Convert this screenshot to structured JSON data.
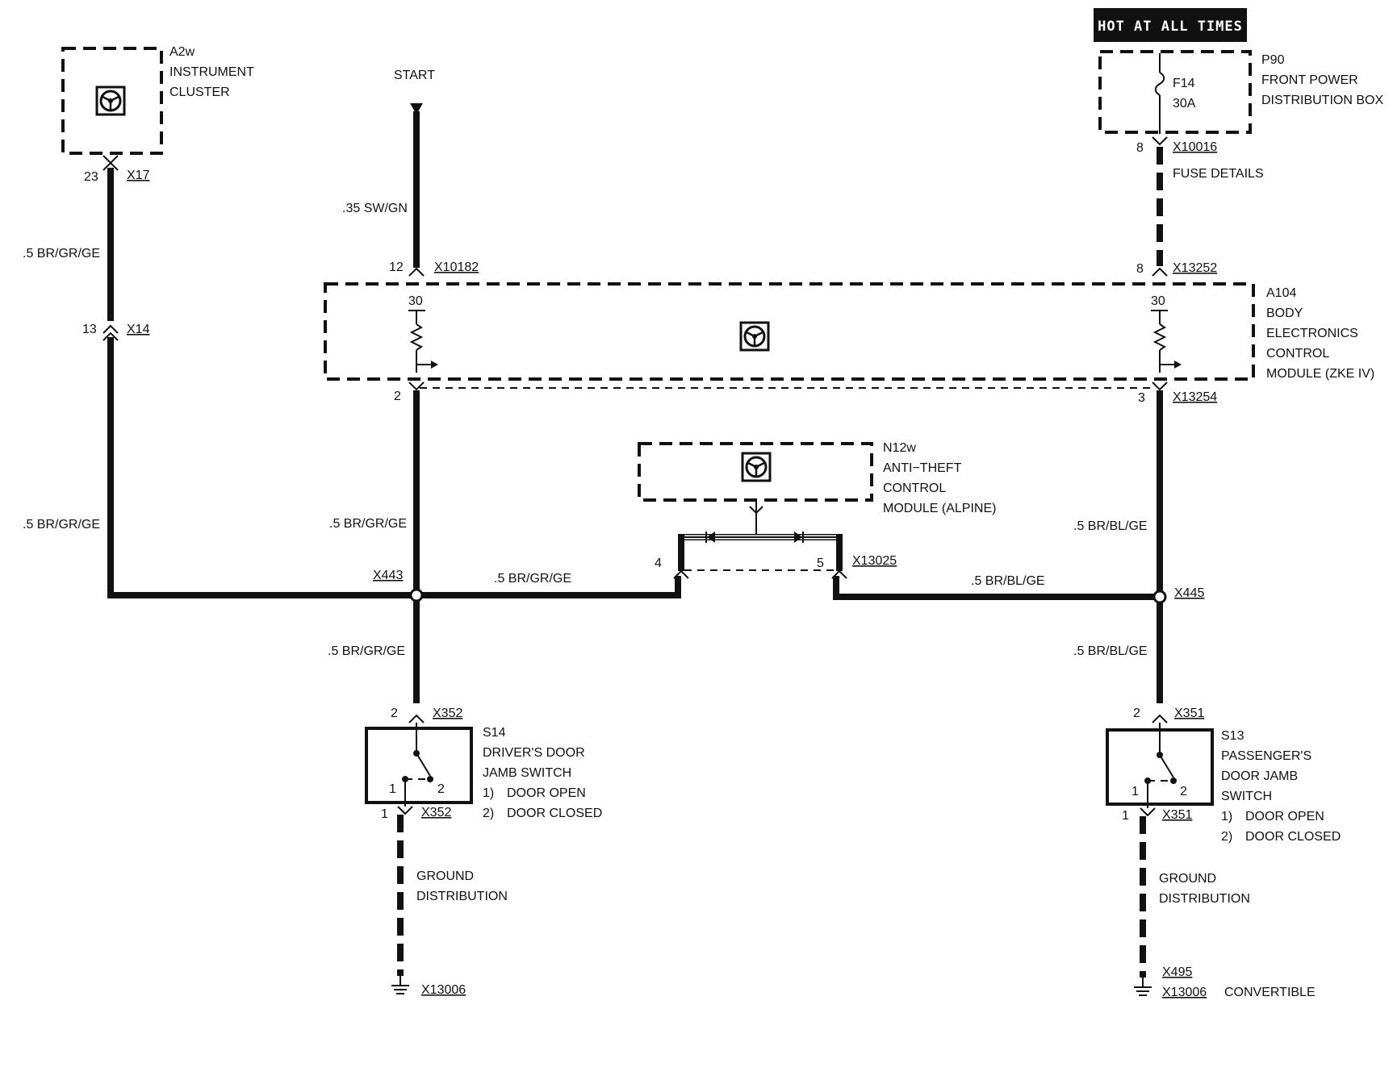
{
  "banner": "HOT AT ALL TIMES",
  "components": {
    "instrument_cluster": {
      "id": "A2w",
      "name": "INSTRUMENT",
      "name2": "CLUSTER"
    },
    "power_box": {
      "id": "P90",
      "name": "FRONT POWER",
      "name2": "DISTRIBUTION BOX",
      "fuse_id": "F14",
      "fuse_rating": "30A"
    },
    "body_module": {
      "id": "A104",
      "line1": "BODY",
      "line2": "ELECTRONICS",
      "line3": "CONTROL",
      "line4": "MODULE (ZKE IV)",
      "pin_left": "30",
      "pin_right": "30"
    },
    "anti_theft": {
      "id": "N12w",
      "line1": "ANTI−THEFT",
      "line2": "CONTROL",
      "line3": "MODULE (ALPINE)"
    },
    "driver_switch": {
      "id": "S14",
      "line1": "DRIVER'S DOOR",
      "line2": "JAMB SWITCH",
      "opt1_num": "1)",
      "opt1": "DOOR OPEN",
      "opt2_num": "2)",
      "opt2": "DOOR CLOSED",
      "pos1": "1",
      "pos2": "2"
    },
    "passenger_switch": {
      "id": "S13",
      "line1": "PASSENGER'S",
      "line2": "DOOR JAMB",
      "line3": "SWITCH",
      "opt1_num": "1)",
      "opt1": "DOOR OPEN",
      "opt2_num": "2)",
      "opt2": "DOOR CLOSED",
      "pos1": "1",
      "pos2": "2"
    }
  },
  "signals": {
    "start": "START",
    "fuse_details": "FUSE DETAILS"
  },
  "connectors": {
    "x17": {
      "label": "X17",
      "pin": "23"
    },
    "x14": {
      "label": "X14",
      "pin": "13"
    },
    "x10182": {
      "label": "X10182",
      "pin": "12"
    },
    "x10016": {
      "label": "X10016",
      "pin": "8"
    },
    "x13252": {
      "label": "X13252",
      "pin": "8"
    },
    "x13254": {
      "label": "X13254",
      "pin": "3"
    },
    "body_left_out": {
      "pin": "2"
    },
    "x13025": {
      "label": "X13025",
      "pin_left": "4",
      "pin_right": "5"
    },
    "x443": {
      "label": "X443"
    },
    "x445": {
      "label": "X445"
    },
    "x352_top": {
      "label": "X352",
      "pin": "2"
    },
    "x352_bot": {
      "label": "X352",
      "pin": "1"
    },
    "x351_top": {
      "label": "X351",
      "pin": "2"
    },
    "x351_bot": {
      "label": "X351",
      "pin": "1"
    },
    "ground_left": {
      "label": "X13006"
    },
    "ground_right": {
      "label": "X13006",
      "label_alt": "X495",
      "note": "CONVERTIBLE"
    }
  },
  "wires": {
    "start_wire": ".35 SW/GN",
    "cluster_upper": ".5 BR/GR/GE",
    "cluster_lower": ".5 BR/GR/GE",
    "body_left_down": ".5 BR/GR/GE",
    "x443_to_antitheft": ".5 BR/GR/GE",
    "x443_to_driver": ".5 BR/GR/GE",
    "body_right_down": ".5 BR/BL/GE",
    "antitheft_to_x445": ".5 BR/BL/GE",
    "x445_to_passenger": ".5 BR/BL/GE"
  },
  "ground": {
    "left_line1": "GROUND",
    "left_line2": "DISTRIBUTION",
    "right_line1": "GROUND",
    "right_line2": "DISTRIBUTION"
  }
}
